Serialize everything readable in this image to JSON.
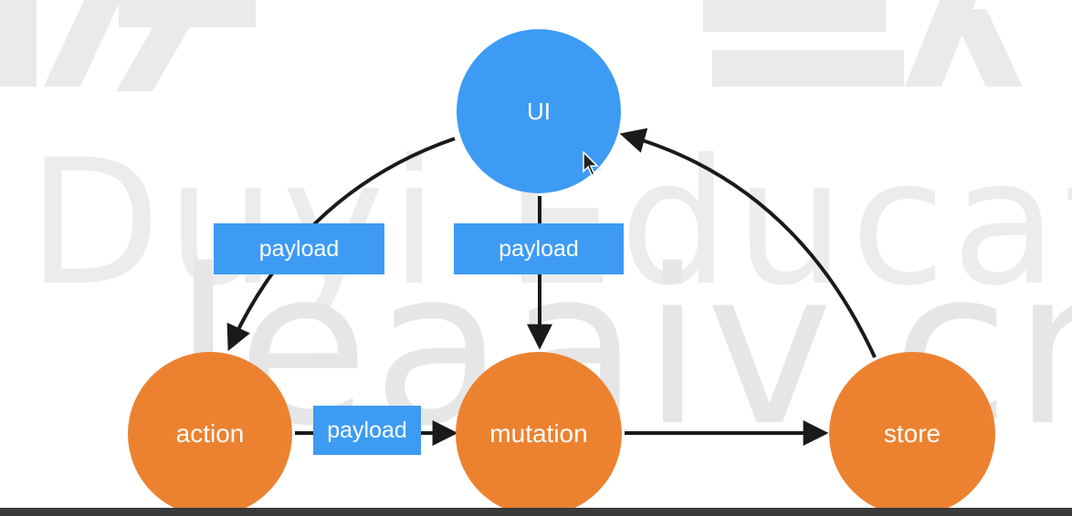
{
  "nodes": {
    "ui": "UI",
    "action": "action",
    "mutation": "mutation",
    "store": "store"
  },
  "edge_labels": {
    "ui_to_action": "payload",
    "ui_to_mutation": "payload",
    "action_to_mutation": "payload"
  },
  "watermark": {
    "line1": "Duyi Educati",
    "line2": "leaaiv.cn"
  },
  "colors": {
    "ui_node": "#3d9bf4",
    "store_nodes": "#ec8230",
    "label_box": "#3d9bf4",
    "arrow": "#1a1a1a"
  }
}
